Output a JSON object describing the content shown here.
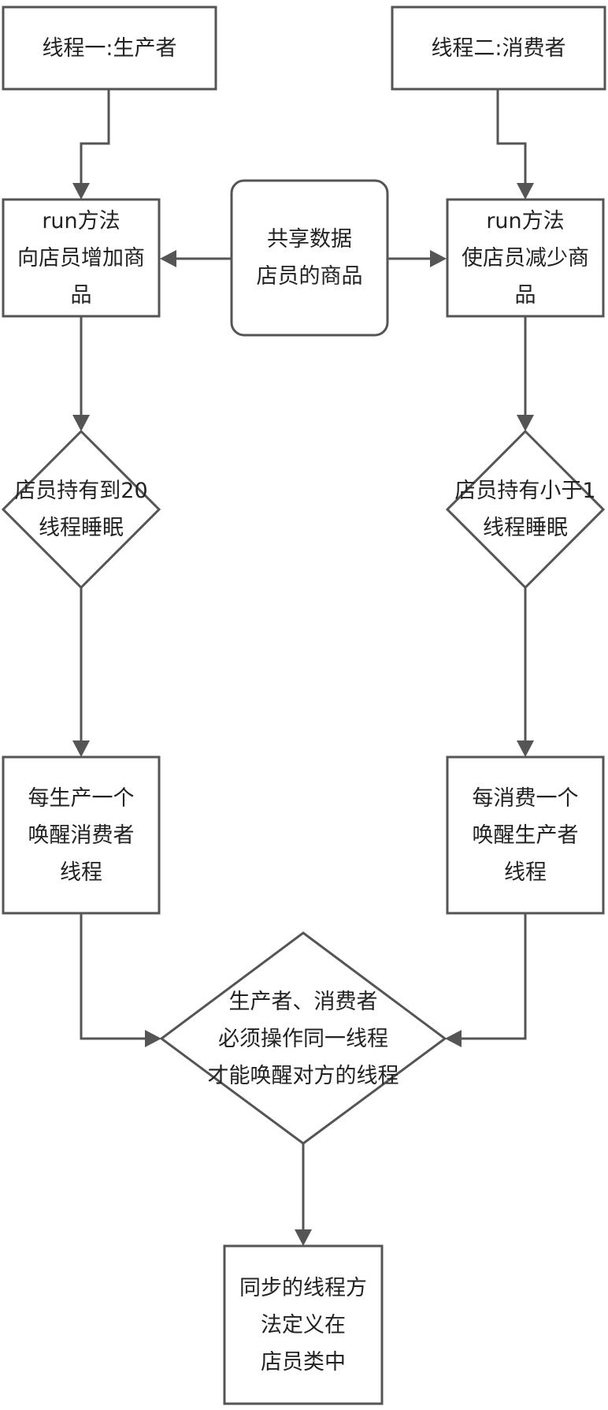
{
  "diagram": {
    "nodes": {
      "producer_thread": "线程一:生产者",
      "consumer_thread": "线程二:消费者",
      "producer_run": "run方法\n向店员增加商\n品",
      "shared_data": "共享数据\n店员的商品",
      "consumer_run": "run方法\n使店员减少商\n品",
      "producer_condition": "店员持有到20\n线程睡眠",
      "consumer_condition": "店员持有小于1\n线程睡眠",
      "producer_wake": "每生产一个\n唤醒消费者\n线程",
      "consumer_wake": "每消费一个\n唤醒生产者\n线程",
      "merge_note": "生产者、消费者\n必须操作同一线程\n才能唤醒对方的线程",
      "sync_note": "同步的线程方\n法定义在\n店员类中"
    }
  }
}
